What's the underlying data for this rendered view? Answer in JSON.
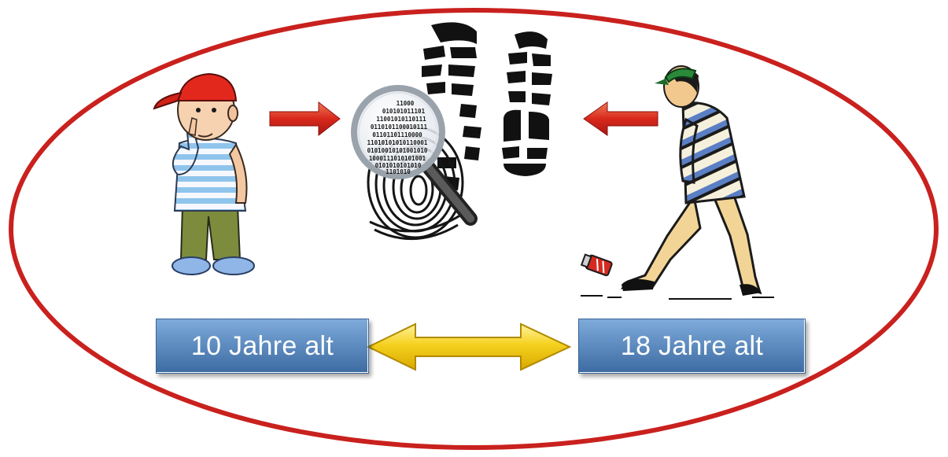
{
  "diagram": {
    "left_label": "10 Jahre alt",
    "right_label": "18 Jahre alt",
    "fingerprint_digits": [
      "11000",
      "010101011101",
      "11001010110111",
      "0110101100010111",
      "01101101110000",
      "11010101010110001",
      "01010010101001010",
      "1000111010101001",
      "0101010101010",
      "1101010"
    ]
  },
  "colors": {
    "ellipse": "#c9211e",
    "box_top": "#7aa6d8",
    "box_bottom": "#3f6fa6",
    "red_arrow": "#d8281c",
    "yellow_arrow": "#f2c80f"
  },
  "icons": {
    "boy": "boy-figure-icon",
    "teen": "teen-figure-icon",
    "fingerprint": "fingerprint-icon",
    "magnifier": "magnifier-icon",
    "footprints": "footprints-icon",
    "can": "spray-can-icon"
  }
}
